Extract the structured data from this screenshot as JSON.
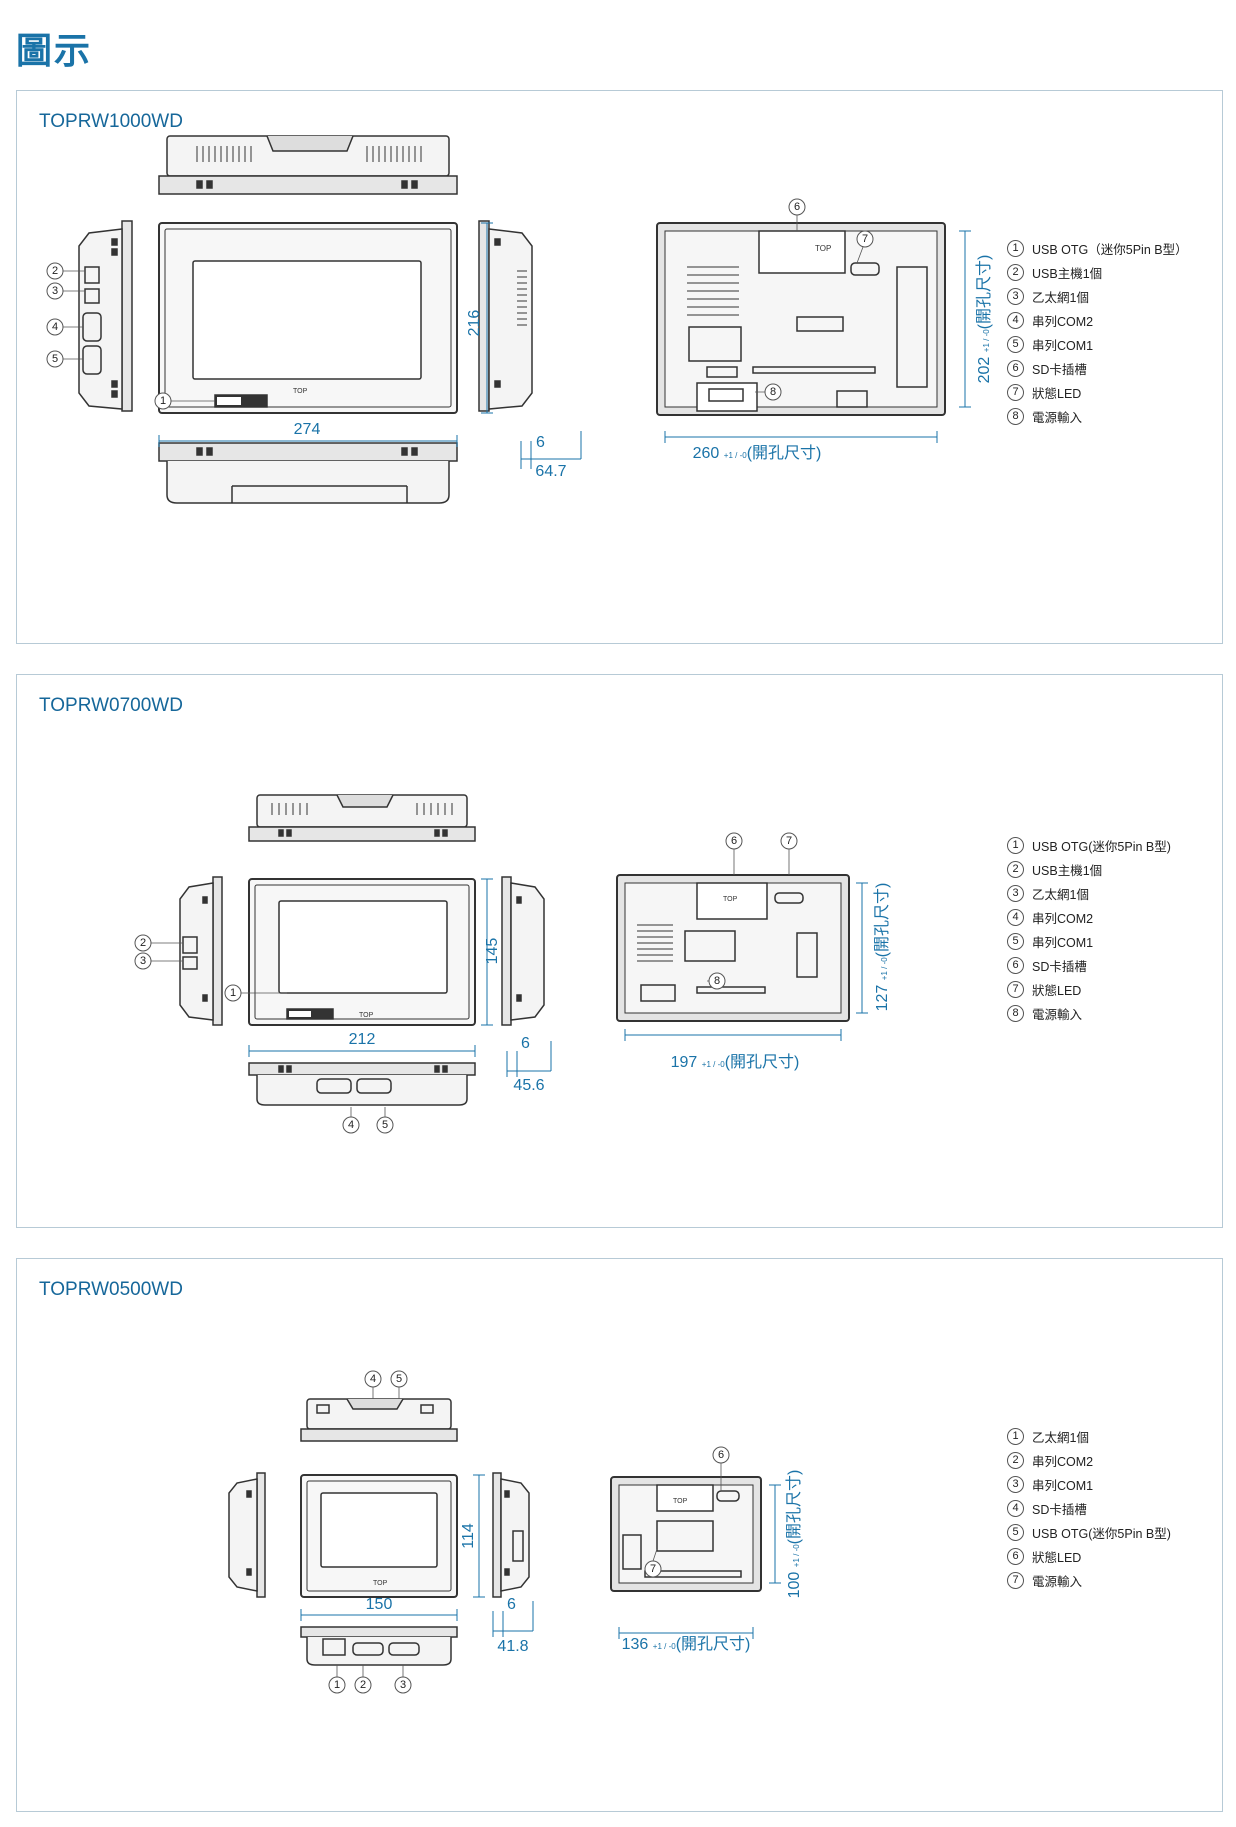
{
  "page_title": "圖示",
  "colors": {
    "accent": "#1a73a8",
    "panel_border": "#b7cad6",
    "device_outline": "#333333"
  },
  "panels": [
    {
      "model": "TOPRW1000WD",
      "dims": {
        "width": "274",
        "height": "216",
        "bezel": "6",
        "depth": "64.7",
        "cut_w": "260",
        "cut_h": "202",
        "tol": "+1 / -0",
        "cut_note": "(開孔尺寸)"
      },
      "callouts": [
        "1",
        "2",
        "3",
        "4",
        "5",
        "6",
        "7",
        "8"
      ],
      "legend": [
        {
          "n": "1",
          "label": "USB OTG（迷你5Pin B型）"
        },
        {
          "n": "2",
          "label": "USB主機1個"
        },
        {
          "n": "3",
          "label": "乙太網1個"
        },
        {
          "n": "4",
          "label": "串列COM2"
        },
        {
          "n": "5",
          "label": "串列COM1"
        },
        {
          "n": "6",
          "label": "SD卡插槽"
        },
        {
          "n": "7",
          "label": "狀態LED"
        },
        {
          "n": "8",
          "label": "電源輸入"
        }
      ]
    },
    {
      "model": "TOPRW0700WD",
      "dims": {
        "width": "212",
        "height": "145",
        "bezel": "6",
        "depth": "45.6",
        "cut_w": "197",
        "cut_h": "127",
        "tol": "+1 / -0",
        "cut_note": "(開孔尺寸)"
      },
      "callouts": [
        "1",
        "2",
        "3",
        "4",
        "5",
        "6",
        "7",
        "8"
      ],
      "legend": [
        {
          "n": "1",
          "label": "USB OTG(迷你5Pin B型)"
        },
        {
          "n": "2",
          "label": "USB主機1個"
        },
        {
          "n": "3",
          "label": "乙太網1個"
        },
        {
          "n": "4",
          "label": "串列COM2"
        },
        {
          "n": "5",
          "label": "串列COM1"
        },
        {
          "n": "6",
          "label": "SD卡插槽"
        },
        {
          "n": "7",
          "label": "狀態LED"
        },
        {
          "n": "8",
          "label": "電源輸入"
        }
      ]
    },
    {
      "model": "TOPRW0500WD",
      "dims": {
        "width": "150",
        "height": "114",
        "bezel": "6",
        "depth": "41.8",
        "cut_w": "136",
        "cut_h": "100",
        "tol": "+1 / -0",
        "cut_note": "(開孔尺寸)"
      },
      "callouts": [
        "1",
        "2",
        "3",
        "4",
        "5",
        "6",
        "7"
      ],
      "legend": [
        {
          "n": "1",
          "label": "乙太網1個"
        },
        {
          "n": "2",
          "label": "串列COM2"
        },
        {
          "n": "3",
          "label": "串列COM1"
        },
        {
          "n": "4",
          "label": "SD卡插槽"
        },
        {
          "n": "5",
          "label": "USB OTG(迷你5Pin B型)"
        },
        {
          "n": "6",
          "label": "狀態LED"
        },
        {
          "n": "7",
          "label": "電源輸入"
        }
      ]
    }
  ],
  "brand_mark": "TOP"
}
